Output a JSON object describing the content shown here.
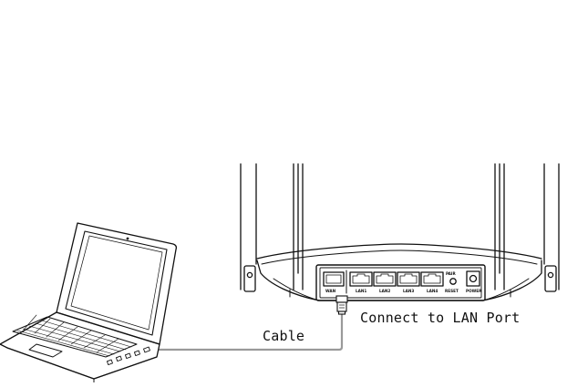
{
  "labels": {
    "cable": "Cable",
    "connect_port": "Connect to LAN Port"
  },
  "router_panel": {
    "ports": [
      "WAN",
      "LAN1",
      "LAN2",
      "LAN3",
      "LAN4"
    ],
    "pair_label": "PAIR",
    "reset_label": "RESET",
    "power_label": "POWER"
  },
  "colors": {
    "line": "#111111",
    "cable": "#9a9a9a",
    "background": "#ffffff"
  }
}
